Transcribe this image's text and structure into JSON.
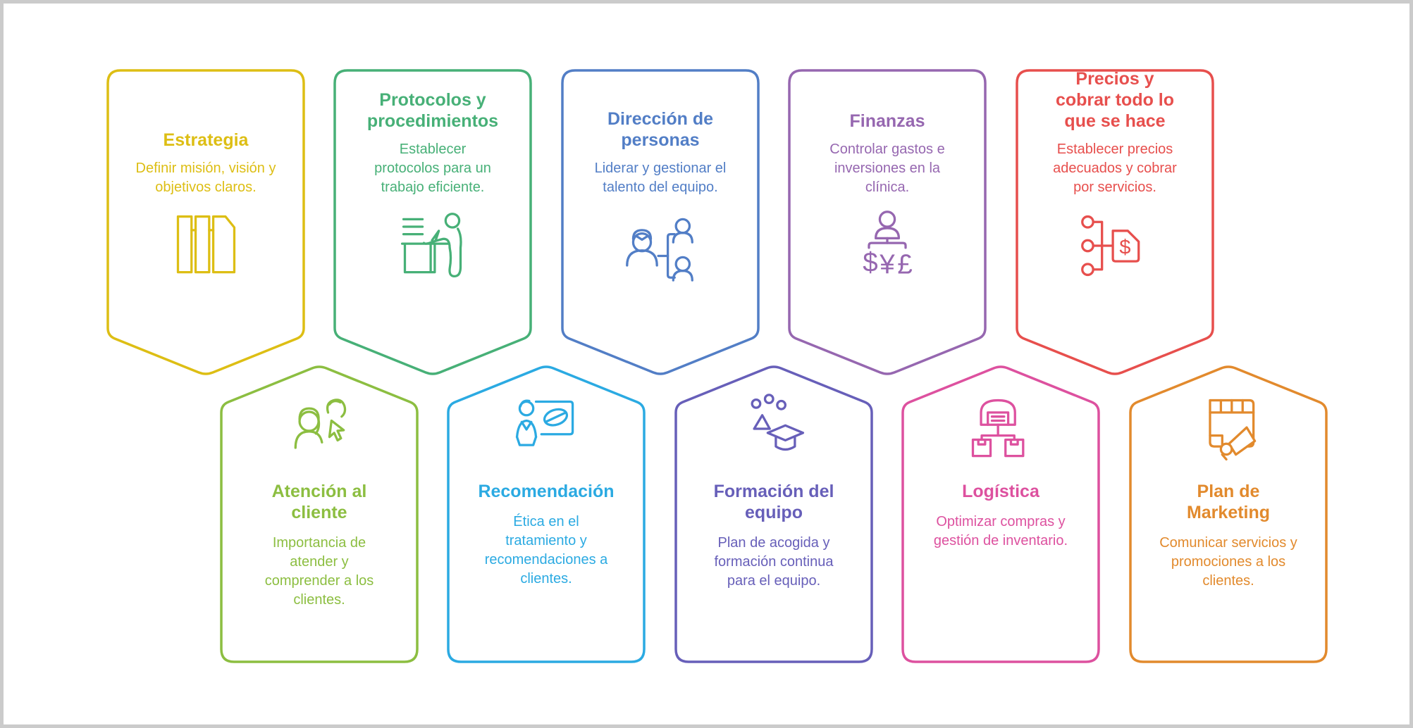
{
  "canvas": {
    "background": "#ffffff",
    "frame_color": "#cbcbcb"
  },
  "cards": [
    {
      "title": "Estrategia",
      "description": "Definir misión, visión y objetivos claros.",
      "color": "#DDBE14",
      "icon": "strategy-document-icon",
      "row": "top",
      "shape": "banner-point-down"
    },
    {
      "title": "Protocolos y procedimientos",
      "description": "Establecer protocolos para un trabajo eficiente.",
      "color": "#47B077",
      "icon": "person-at-desk-icon",
      "row": "top",
      "shape": "banner-point-down"
    },
    {
      "title": "Dirección de personas",
      "description": "Liderar y gestionar el talento del equipo.",
      "color": "#527EC6",
      "icon": "org-chart-people-icon",
      "row": "top",
      "shape": "banner-point-down"
    },
    {
      "title": "Finanzas",
      "description": "Controlar gastos e inversiones en la clínica.",
      "color": "#9667B0",
      "icon": "person-currencies-icon",
      "row": "top",
      "shape": "banner-point-down"
    },
    {
      "title": "Precios y cobrar todo lo que se hace",
      "description": "Establecer precios adecuados y cobrar por servicios.",
      "color": "#E74F4D",
      "icon": "nodes-price-tag-icon",
      "row": "top",
      "shape": "banner-point-down"
    },
    {
      "title": "Atención al cliente",
      "description": "Importancia de atender y comprender a los clientes.",
      "color": "#8CBE41",
      "icon": "customer-care-cursor-icon",
      "row": "bottom",
      "shape": "banner-point-up"
    },
    {
      "title": "Recomendación",
      "description": "Ética en el tratamiento y recomendaciones a clientes.",
      "color": "#2BAAE2",
      "icon": "presenter-pill-board-icon",
      "row": "bottom",
      "shape": "banner-point-up"
    },
    {
      "title": "Formación del equipo",
      "description": "Plan de acogida y formación continua para el equipo.",
      "color": "#675FB9",
      "icon": "graduation-cap-icon",
      "row": "bottom",
      "shape": "banner-point-up"
    },
    {
      "title": "Logística",
      "description": "Optimizar compras y gestión de inventario.",
      "color": "#DD519F",
      "icon": "warehouse-boxes-icon",
      "row": "bottom",
      "shape": "banner-point-up"
    },
    {
      "title": "Plan de Marketing",
      "description": "Comunicar servicios y promociones a los clientes.",
      "color": "#E28A2D",
      "icon": "calendar-megaphone-icon",
      "row": "bottom",
      "shape": "banner-point-up"
    }
  ]
}
